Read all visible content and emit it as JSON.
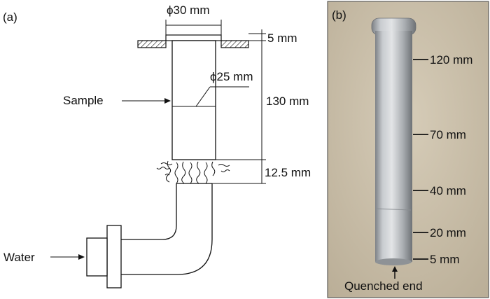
{
  "panel_a": {
    "label": "(a)",
    "dim_outer_diameter": "ϕ30 mm",
    "dim_flange": "5 mm",
    "dim_inner_diameter": "ϕ25 mm",
    "dim_sample_length": "130 mm",
    "dim_gap": "12.5 mm",
    "sample_label": "Sample",
    "water_label": "Water"
  },
  "panel_b": {
    "label": "(b)",
    "marks": [
      "120 mm",
      "70 mm",
      "40 mm",
      "20 mm",
      "5 mm"
    ],
    "quenched_label": "Quenched end"
  },
  "colors": {
    "line": "#111111",
    "photo_bg": "#cbbfa8",
    "rod_metal": "#b8bcc0"
  }
}
